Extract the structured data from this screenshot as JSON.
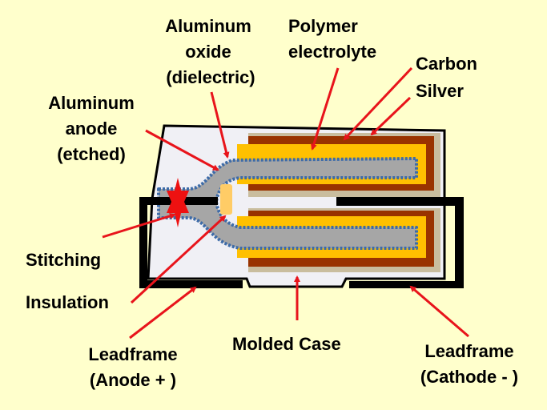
{
  "title": "Polymer aluminum electrolytic capacitor cross-section",
  "colors": {
    "background": "#FFFFCC",
    "case_fill": "#F0F0F5",
    "outline": "#000000",
    "silver": "#C9BD9E",
    "carbon": "#993300",
    "polymer": "#FFC000",
    "anode": "#A6A6A6",
    "oxide": "#3D6BA8",
    "insulation": "#FFCC66",
    "stitch": "#EE1111",
    "arrow": "#E8141B"
  },
  "labels": {
    "aluminum_oxide": [
      "Aluminum",
      "oxide",
      "(dielectric)"
    ],
    "polymer_electrolyte": [
      "Polymer",
      "electrolyte"
    ],
    "carbon": "Carbon",
    "silver": "Silver",
    "aluminum_anode": [
      "Aluminum",
      "anode",
      "(etched)"
    ],
    "stitching": "Stitching",
    "insulation": "Insulation",
    "molded_case": "Molded Case",
    "leadframe_anode": [
      "Leadframe",
      "(Anode + )"
    ],
    "leadframe_cathode": [
      "Leadframe",
      "(Cathode - )"
    ]
  }
}
